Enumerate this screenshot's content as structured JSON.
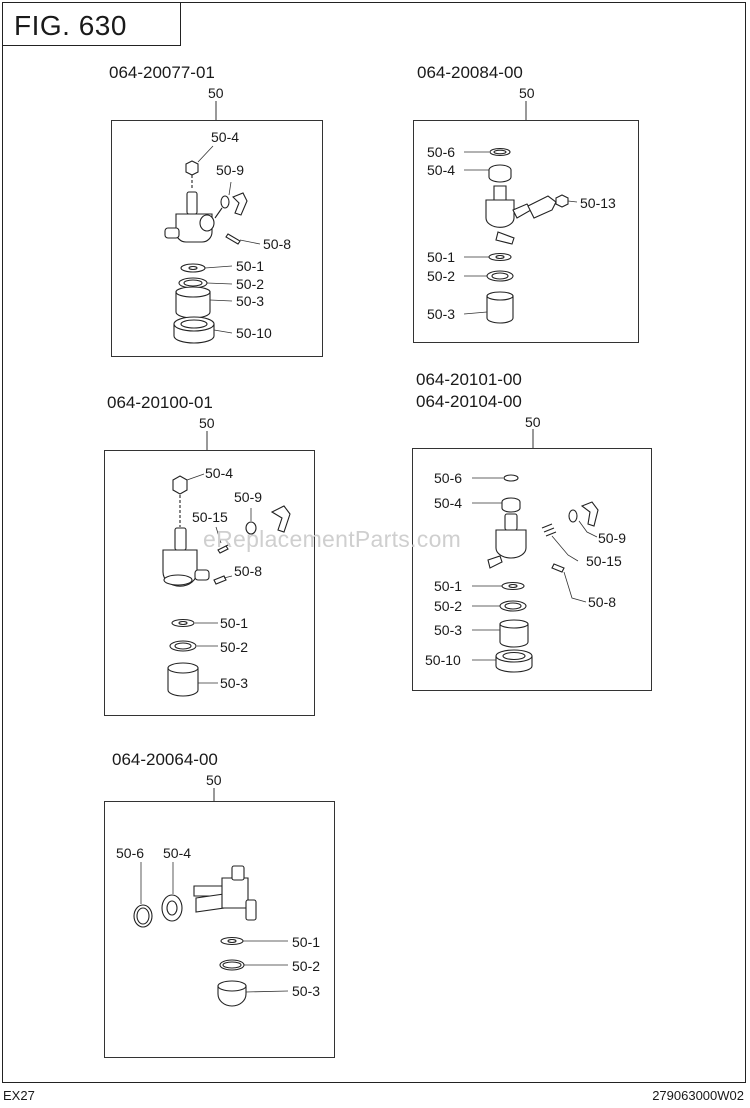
{
  "figure": {
    "label": "FIG. 630"
  },
  "footer": {
    "model": "EX27",
    "doc_number": "279063000W02"
  },
  "watermark": "eReplacementParts.com",
  "assemblies": [
    {
      "part_numbers": [
        "064-20077-01"
      ],
      "ref": "50",
      "callouts": [
        "50-4",
        "50-9",
        "50-8",
        "50-1",
        "50-2",
        "50-3",
        "50-10"
      ]
    },
    {
      "part_numbers": [
        "064-20084-00"
      ],
      "ref": "50",
      "callouts": [
        "50-6",
        "50-4",
        "50-13",
        "50-1",
        "50-2",
        "50-3"
      ]
    },
    {
      "part_numbers": [
        "064-20100-01"
      ],
      "ref": "50",
      "callouts": [
        "50-4",
        "50-9",
        "50-15",
        "50-8",
        "50-1",
        "50-2",
        "50-3"
      ]
    },
    {
      "part_numbers": [
        "064-20101-00",
        "064-20104-00"
      ],
      "ref": "50",
      "callouts": [
        "50-6",
        "50-4",
        "50-9",
        "50-15",
        "50-1",
        "50-8",
        "50-2",
        "50-3",
        "50-10"
      ]
    },
    {
      "part_numbers": [
        "064-20064-00"
      ],
      "ref": "50",
      "callouts": [
        "50-6",
        "50-4",
        "50-1",
        "50-2",
        "50-3"
      ]
    }
  ]
}
